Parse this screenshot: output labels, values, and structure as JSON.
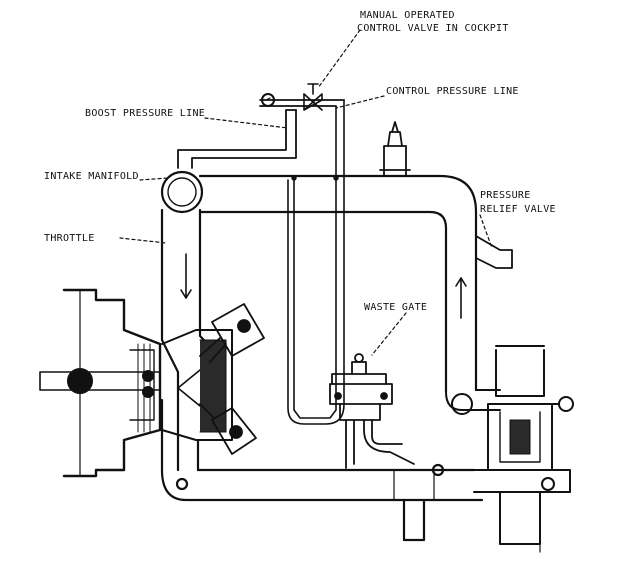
{
  "labels": {
    "manual_valve_line1": "MANUAL OPERATED",
    "manual_valve_line2": "CONTROL VALVE IN COCKPIT",
    "control_pressure_line": "CONTROL PRESSURE LINE",
    "boost_pressure_line": "BOOST PRESSURE LINE",
    "intake_manifold": "INTAKE MANIFOLD",
    "pressure_relief_line1": "PRESSURE",
    "pressure_relief_line2": "RELIEF VALVE",
    "throttle": "THROTTLE",
    "waste_gate": "WASTE GATE"
  },
  "colors": {
    "ink": "#111111",
    "paper": "#ffffff",
    "shade": "#2a2a2a"
  }
}
